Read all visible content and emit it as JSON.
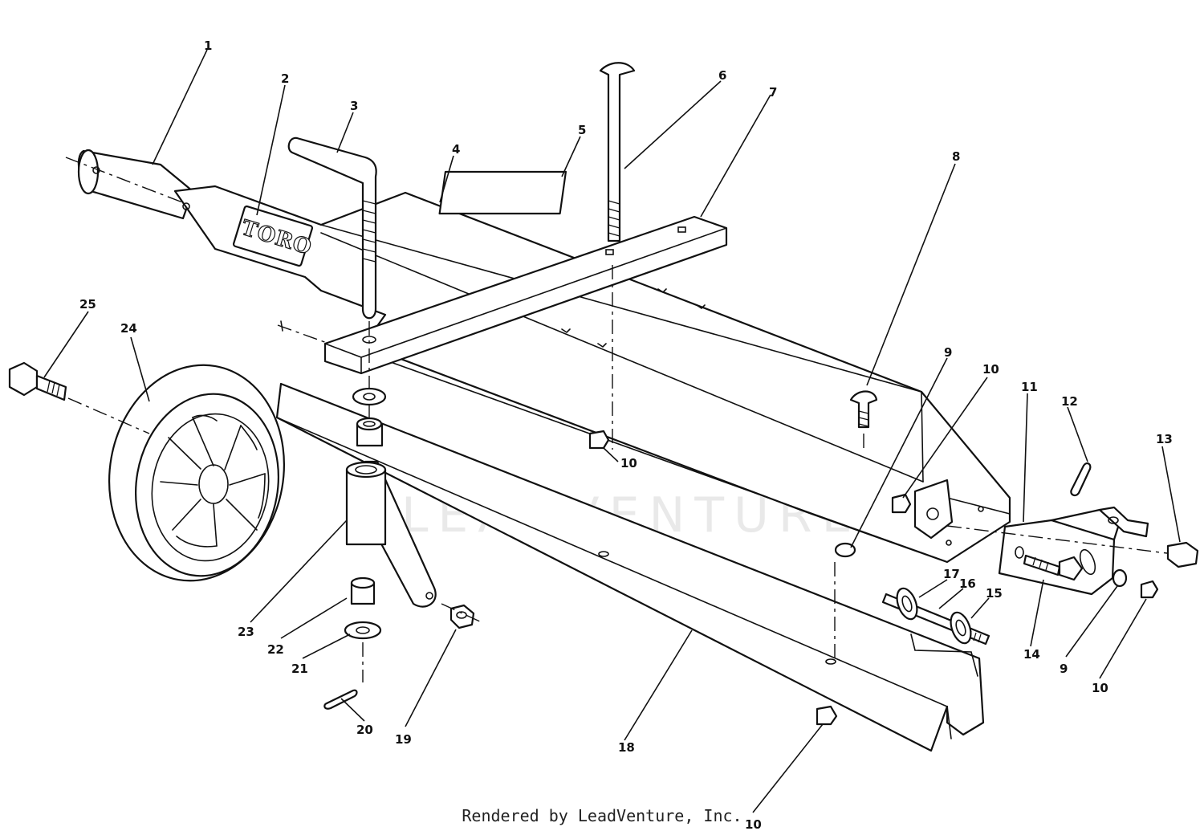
{
  "diagram": {
    "logo_text": "TORO",
    "watermark_text": "LEADVENTURE",
    "footer_text": "Rendered by LeadVenture, Inc.",
    "callouts": [
      "1",
      "2",
      "3",
      "4",
      "5",
      "6",
      "7",
      "8",
      "9",
      "10",
      "10",
      "11",
      "12",
      "13",
      "14",
      "9",
      "10",
      "15",
      "16",
      "17",
      "18",
      "10",
      "19",
      "20",
      "21",
      "22",
      "23",
      "24",
      "25"
    ]
  }
}
